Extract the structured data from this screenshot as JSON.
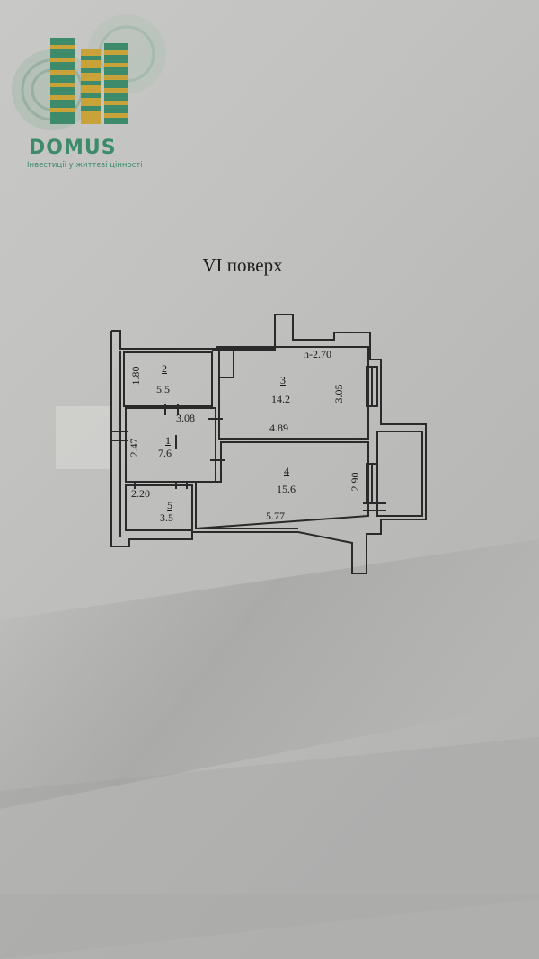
{
  "logo": {
    "name": "DOMUS",
    "tagline": "Інвестиції у життєві цінності",
    "colors": {
      "green": "#3d8b6a",
      "gold": "#c9a23a"
    }
  },
  "floor_title": "VI поверх",
  "ceiling_height": "h-2.70",
  "rooms": [
    {
      "number": "1",
      "area": "7.6"
    },
    {
      "number": "2",
      "area": "5.5"
    },
    {
      "number": "3",
      "area": "14.2"
    },
    {
      "number": "4",
      "area": "15.6"
    },
    {
      "number": "5",
      "area": "3.5"
    }
  ],
  "dimensions": {
    "room2_height": "1.80",
    "room1_width": "3.08",
    "room1_height": "2.47",
    "room5_width": "2.20",
    "room3_width": "4.89",
    "room3_height": "3.05",
    "room4_width": "5.77",
    "room4_height": "2.90"
  }
}
